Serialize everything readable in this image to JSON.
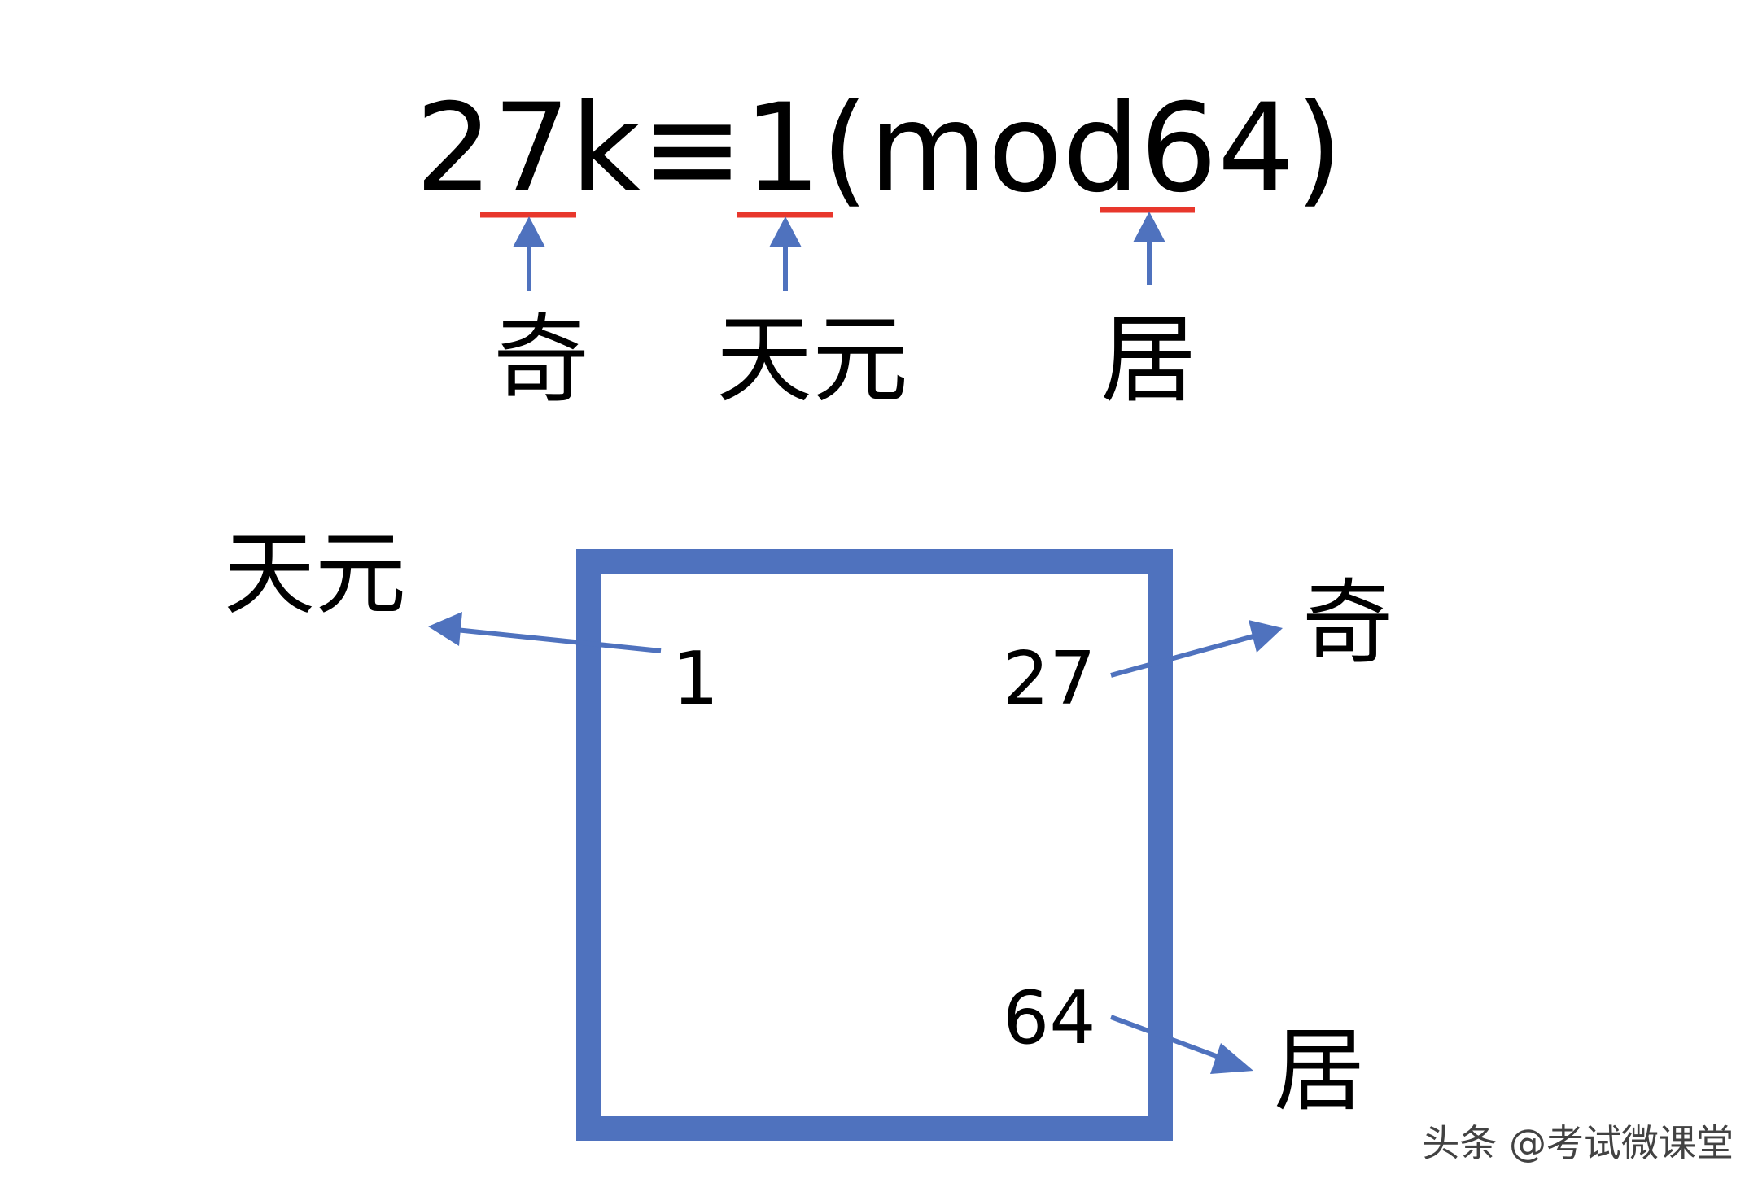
{
  "equation": "27k≡1(mod64)",
  "top_labels": {
    "qi": "奇",
    "tianyuan": "天元",
    "ju": "居"
  },
  "box_numbers": {
    "top_left": "1",
    "top_right": "27",
    "bottom_right": "64"
  },
  "box_labels": {
    "tianyuan": "天元",
    "qi": "奇",
    "ju": "居"
  },
  "watermark": "头条 @考试微课堂",
  "colors": {
    "underline": "#e8372c",
    "arrow": "#4f72be",
    "box": "#4f72be"
  }
}
